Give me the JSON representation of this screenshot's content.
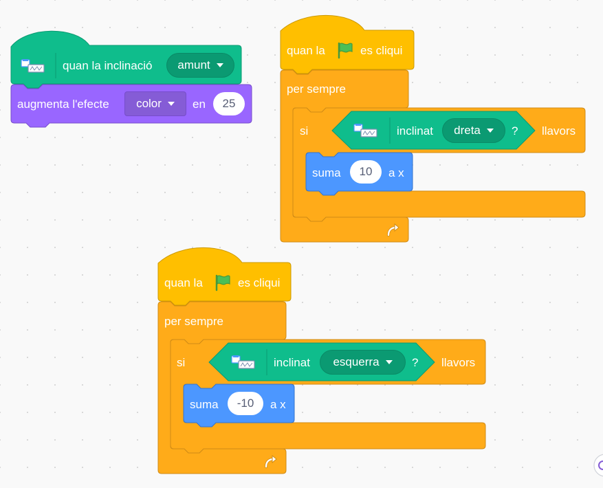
{
  "stack1": {
    "hat": {
      "text": "quan la inclinació",
      "dropdown": "amunt"
    },
    "effect": {
      "prefix": "augmenta l'efecte",
      "dropdown": "color",
      "mid": "en",
      "value": "25"
    }
  },
  "stack2": {
    "hat": {
      "before": "quan la",
      "after": "es cliqui"
    },
    "forever": {
      "label": "per sempre"
    },
    "if": {
      "label": "si",
      "then": "llavors"
    },
    "condition": {
      "text": "inclinat",
      "dropdown": "dreta",
      "question": "?"
    },
    "change": {
      "prefix": "suma",
      "value": "10",
      "suffix": "a x"
    }
  },
  "stack3": {
    "hat": {
      "before": "quan la",
      "after": "es cliqui"
    },
    "forever": {
      "label": "per sempre"
    },
    "if": {
      "label": "si",
      "then": "llavors"
    },
    "condition": {
      "text": "inclinat",
      "dropdown": "esquerra",
      "question": "?"
    },
    "change": {
      "prefix": "suma",
      "value": "-10",
      "suffix": "a x"
    }
  },
  "icons": {
    "extension": "makey-tilt-extension-icon",
    "flag": "green-flag-icon",
    "loop": "loop-arrow-icon",
    "zoom": "zoom-control-icon"
  },
  "colors": {
    "extension": "#0fbd8c",
    "extension_dark": "#0b9a72",
    "looks": "#9966ff",
    "events": "#ffbf00",
    "control": "#ffab19",
    "motion": "#4c97ff"
  }
}
